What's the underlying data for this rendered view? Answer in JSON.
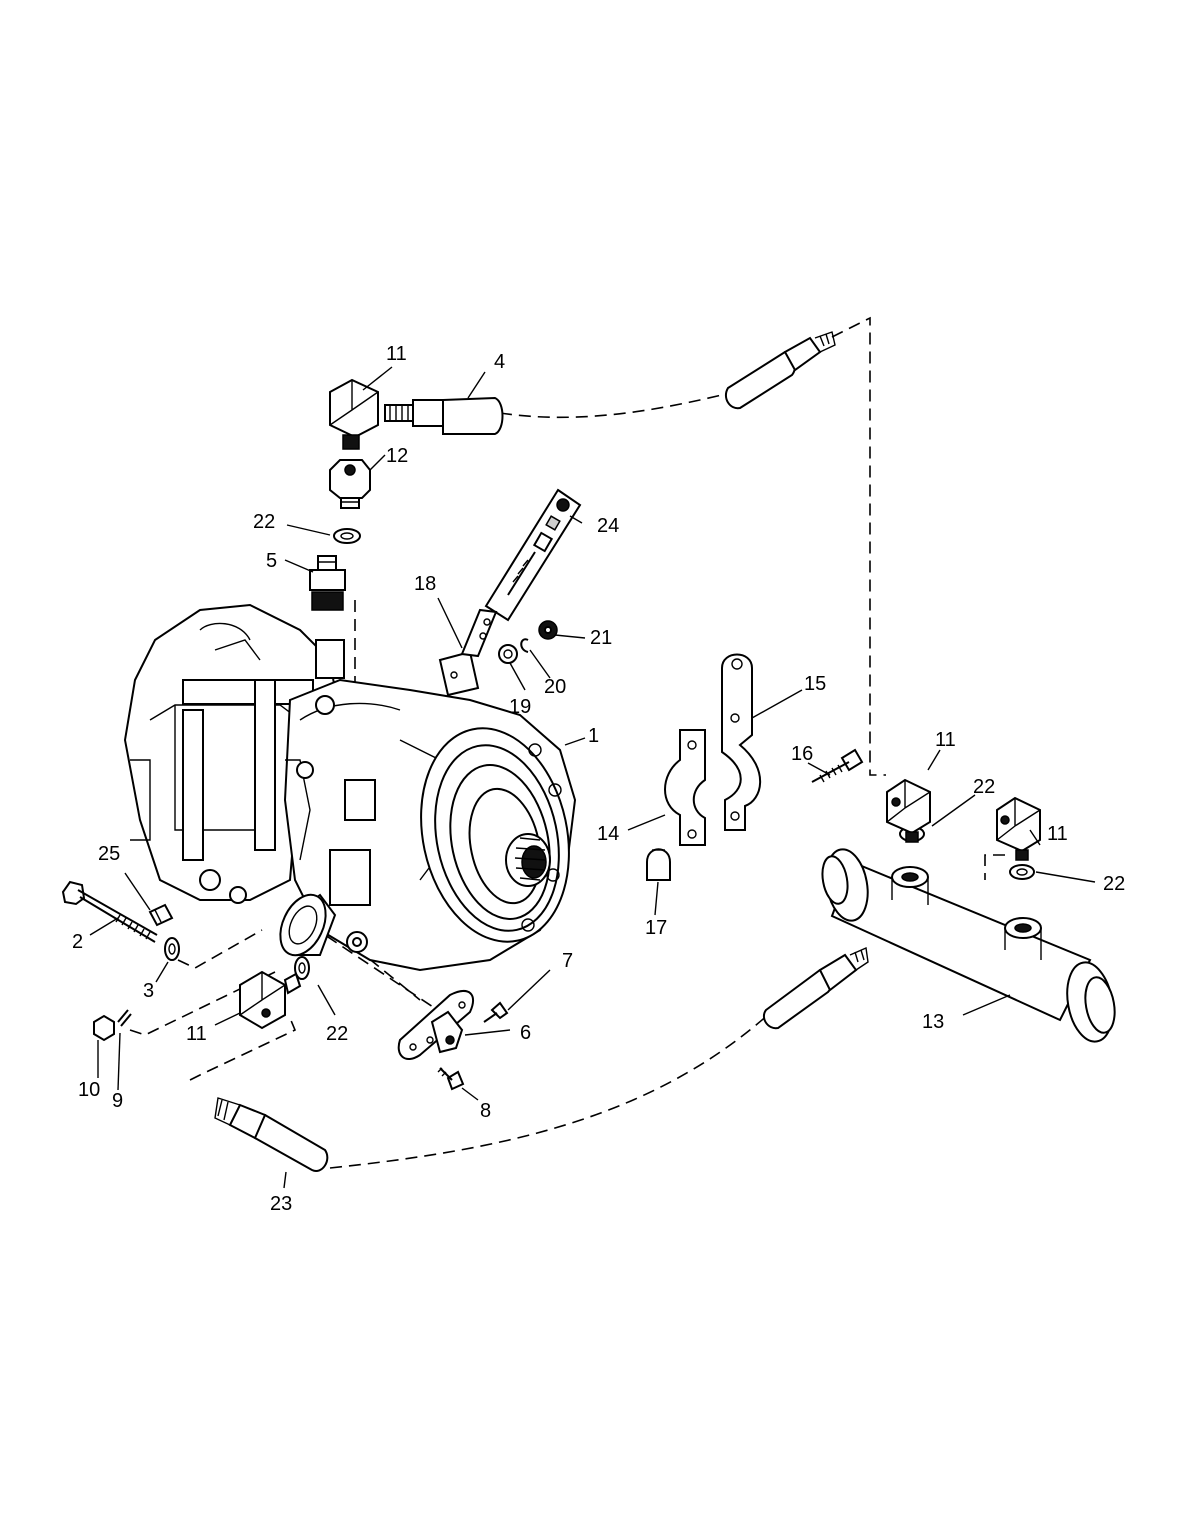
{
  "callouts": {
    "c1": "1",
    "c2": "2",
    "c3": "3",
    "c4": "4",
    "c5": "5",
    "c6": "6",
    "c7": "7",
    "c8": "8",
    "c9": "9",
    "c10": "10",
    "c11a": "11",
    "c11b": "11",
    "c11c": "11",
    "c11d": "11",
    "c12": "12",
    "c13": "13",
    "c14": "14",
    "c15": "15",
    "c16": "16",
    "c17": "17",
    "c18": "18",
    "c19": "19",
    "c20": "20",
    "c21": "21",
    "c22a": "22",
    "c22b": "22",
    "c22c": "22",
    "c22d": "22",
    "c23": "23",
    "c24": "24",
    "c25": "25"
  }
}
